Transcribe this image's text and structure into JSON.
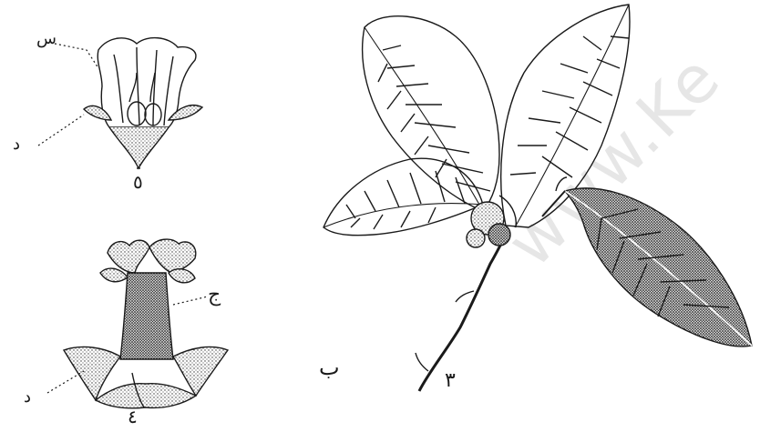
{
  "labels": {
    "figure_5": "٥",
    "figure_4": "٤",
    "figure_3": "٣",
    "b_letter": "ب",
    "j_letter": "ج",
    "d_upper": "د",
    "d_lower": "د",
    "s_upper": "س"
  },
  "watermark": "www.Ke",
  "colors": {
    "ink": "#1a1a1a",
    "paper": "#ffffff",
    "shade": "#6a6a6a",
    "watermark": "#e6e6e6"
  }
}
